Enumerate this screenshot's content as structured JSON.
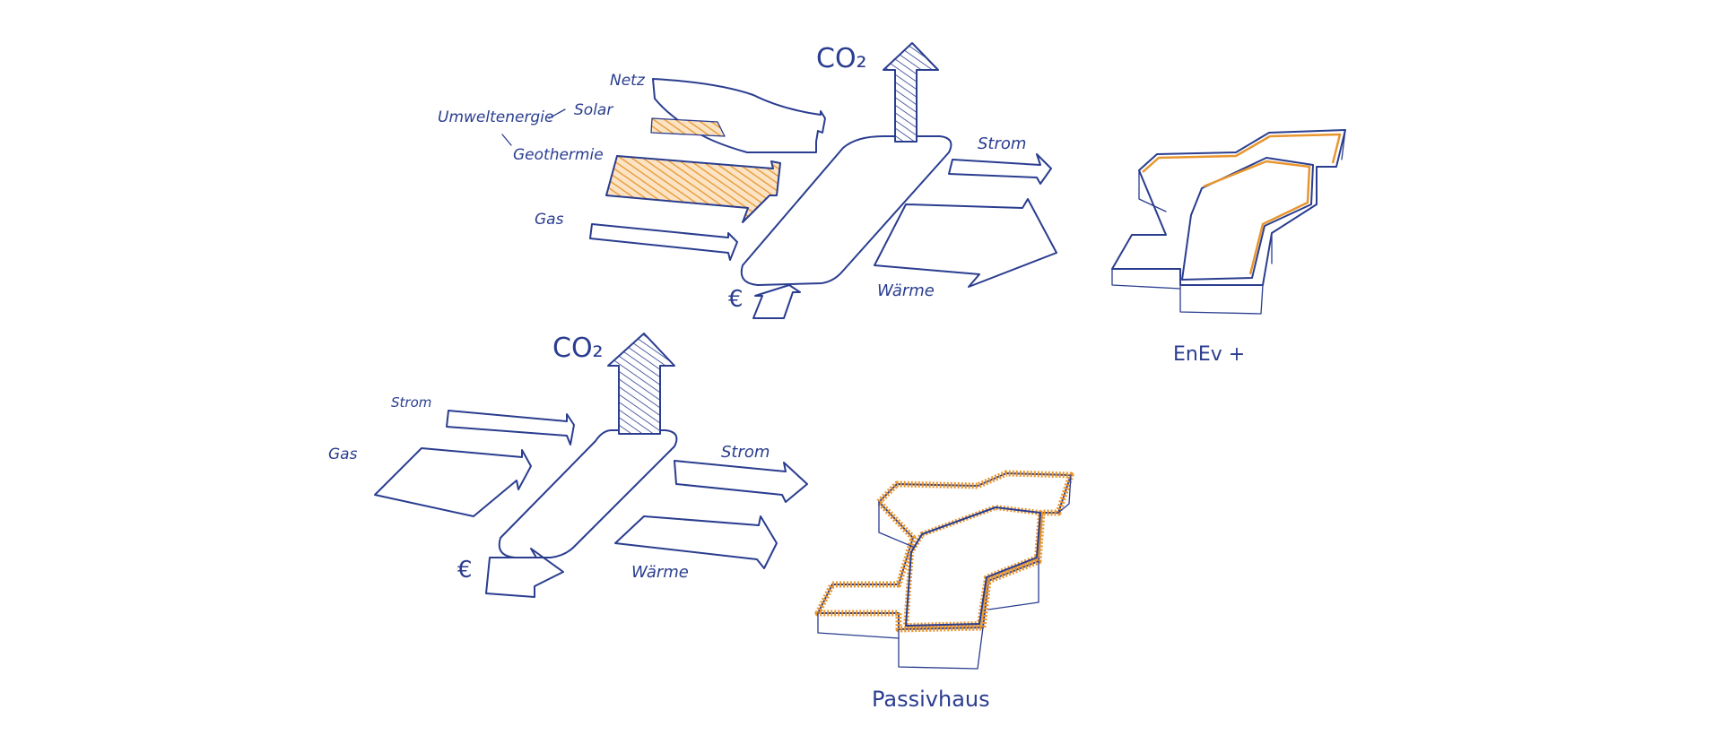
{
  "colors": {
    "ink": "#2a3d8f",
    "accent": "#e8962e",
    "background": "#ffffff"
  },
  "diagram_top": {
    "co2": "CO₂",
    "netz": "Netz",
    "solar": "Solar",
    "umweltenergie": "Umweltenergie",
    "geothermie": "Geothermie",
    "gas": "Gas",
    "euro": "€",
    "strom": "Strom",
    "waerme": "Wärme"
  },
  "building_top": {
    "caption": "EnEv +"
  },
  "diagram_bottom": {
    "co2": "CO₂",
    "strom_in": "Strom",
    "gas": "Gas",
    "euro": "€",
    "strom_out": "Strom",
    "waerme": "Wärme"
  },
  "building_bottom": {
    "caption": "Passivhaus"
  }
}
